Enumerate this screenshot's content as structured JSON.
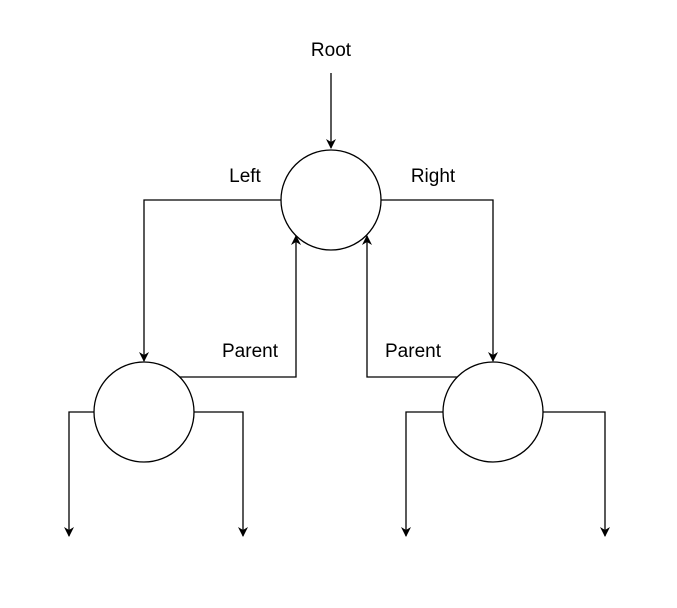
{
  "labels": {
    "root": "Root",
    "left": "Left",
    "right": "Right",
    "parent_left": "Parent",
    "parent_right": "Parent"
  },
  "colors": {
    "stroke": "#000000",
    "fill": "#ffffff",
    "text": "#000000"
  }
}
